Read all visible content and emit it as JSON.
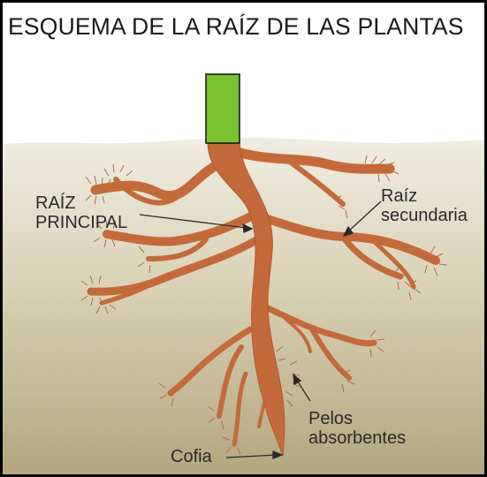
{
  "title": "ESQUEMA DE LA RAÍZ DE LAS PLANTAS",
  "labels": {
    "main_root_line1": "RAÍZ",
    "main_root_line2": "PRINCIPAL",
    "secondary_root_line1": "Raíz",
    "secondary_root_line2": "secundaria",
    "root_hairs_line1": "Pelos",
    "root_hairs_line2": "absorbentes",
    "root_cap": "Cofia"
  },
  "colors": {
    "stem": "#7ac230",
    "root": "#c46a3a",
    "hair": "#b36a4e",
    "soil_top": "#f0ede2",
    "soil_bottom": "#b3a680"
  }
}
